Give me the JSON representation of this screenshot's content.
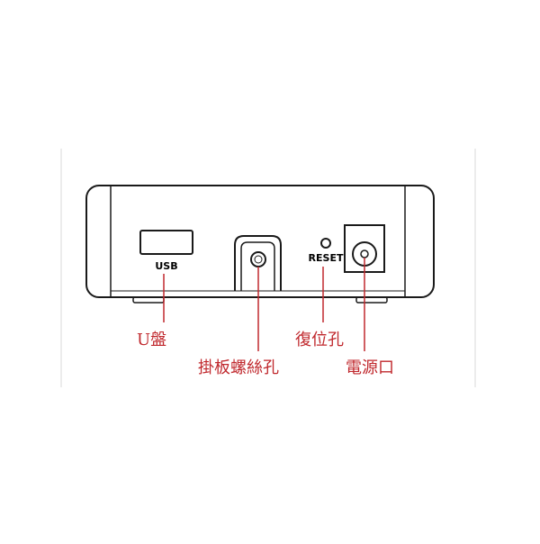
{
  "colors": {
    "outline": "#1a1a1a",
    "callout": "#c0282d",
    "frame_guides": "#d9d9d9"
  },
  "panel_labels": {
    "usb": "USB",
    "reset": "RESET"
  },
  "callouts": {
    "usb_drive": "U盤",
    "mount_screw_hole": "掛板螺絲孔",
    "reset_hole": "復位孔",
    "power_port": "電源口"
  }
}
